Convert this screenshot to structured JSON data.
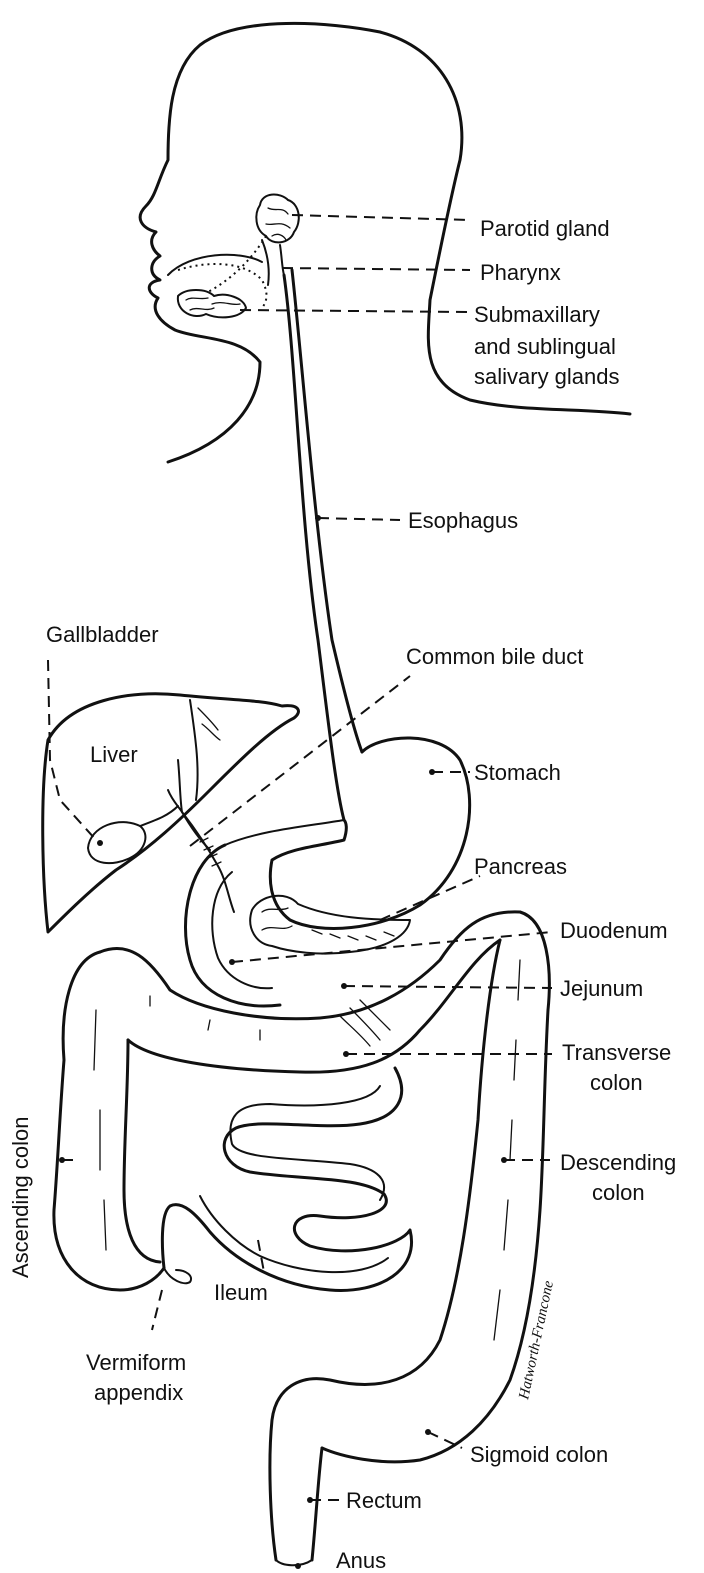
{
  "labels": {
    "parotid_gland": "Parotid gland",
    "pharynx": "Pharynx",
    "submaxillary_1": "Submaxillary",
    "submaxillary_2": "and sublingual",
    "submaxillary_3": "salivary glands",
    "esophagus": "Esophagus",
    "gallbladder": "Gallbladder",
    "common_bile_duct": "Common bile duct",
    "liver": "Liver",
    "stomach": "Stomach",
    "pancreas": "Pancreas",
    "duodenum": "Duodenum",
    "jejunum": "Jejunum",
    "transverse_colon_1": "Transverse",
    "transverse_colon_2": "colon",
    "ascending_colon": "Ascending colon",
    "descending_colon_1": "Descending",
    "descending_colon_2": "colon",
    "ileum": "Ileum",
    "vermiform_appendix_1": "Vermiform",
    "vermiform_appendix_2": "appendix",
    "sigmoid_colon": "Sigmoid colon",
    "rectum": "Rectum",
    "anus": "Anus"
  },
  "signature": "Hatworth-Francone"
}
